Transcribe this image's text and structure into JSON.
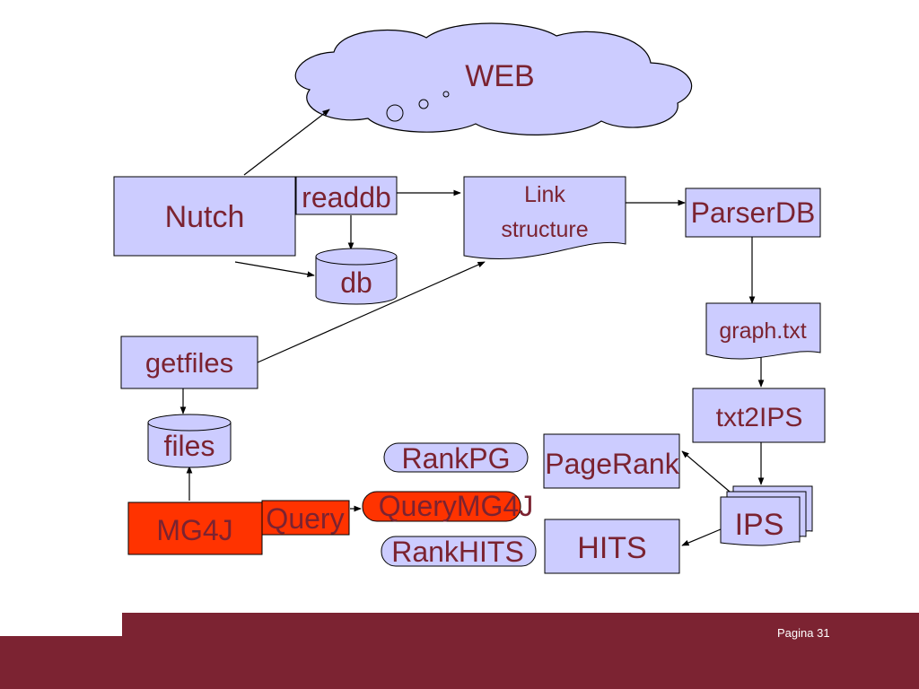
{
  "slide": {
    "page_label": "Pagina 31"
  },
  "nodes": {
    "web": "WEB",
    "nutch": "Nutch",
    "readdb": "readdb",
    "db": "db",
    "link": [
      "Link",
      "structure"
    ],
    "parserdb": "ParserDB",
    "graph": "graph.txt",
    "txt2ips": "txt2IPS",
    "ips": "IPS",
    "getfiles": "getfiles",
    "files": "files",
    "mg4j": "MG4J",
    "query": "Query",
    "querymg4j": "QueryMG4J",
    "rankpg": "RankPG",
    "pagerank": "PageRank",
    "rankhits": "RankHITS",
    "hits": "HITS"
  },
  "colors": {
    "box_fill": "#ccccff",
    "accent_fill": "#ff3300",
    "text": "#7b2331",
    "line": "#000000",
    "footer": "#7c2332"
  }
}
